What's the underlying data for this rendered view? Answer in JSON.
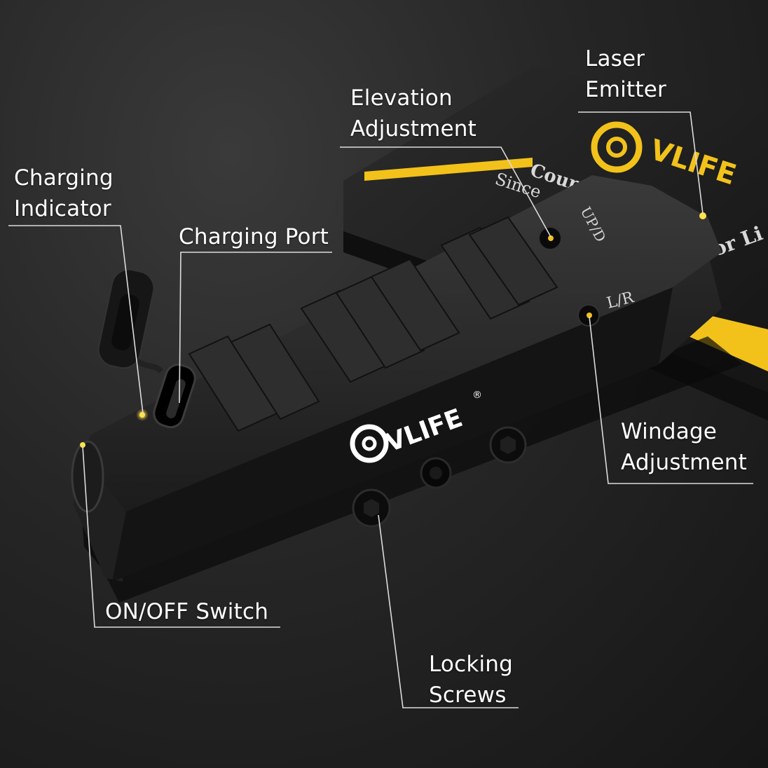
{
  "callouts": {
    "laser_emitter": {
      "line1": "Laser",
      "line2": "Emitter"
    },
    "elevation_adjustment": {
      "line1": "Elevation",
      "line2": "Adjustment"
    },
    "charging_indicator": {
      "line1": "Charging",
      "line2": "Indicator"
    },
    "charging_port": {
      "line1": "Charging Port"
    },
    "windage_adjustment": {
      "line1": "Windage",
      "line2": "Adjustment"
    },
    "on_off_switch": {
      "line1": "ON/OFF Switch"
    },
    "locking_screws": {
      "line1": "Locking",
      "line2": "Screws"
    }
  },
  "device": {
    "brand": "VLIFE",
    "registered_mark": "®",
    "elevation_marking": "UP/D",
    "windage_marking": "L/R"
  },
  "box": {
    "brand": "VLIFE",
    "line1": "Cour",
    "line2": "Since",
    "line3": "for Li"
  },
  "colors": {
    "accent_yellow": "#f2c21b",
    "device_body": "#1a1a1a",
    "label_text": "#ffffff",
    "leader_line": "#dcdcdc"
  }
}
